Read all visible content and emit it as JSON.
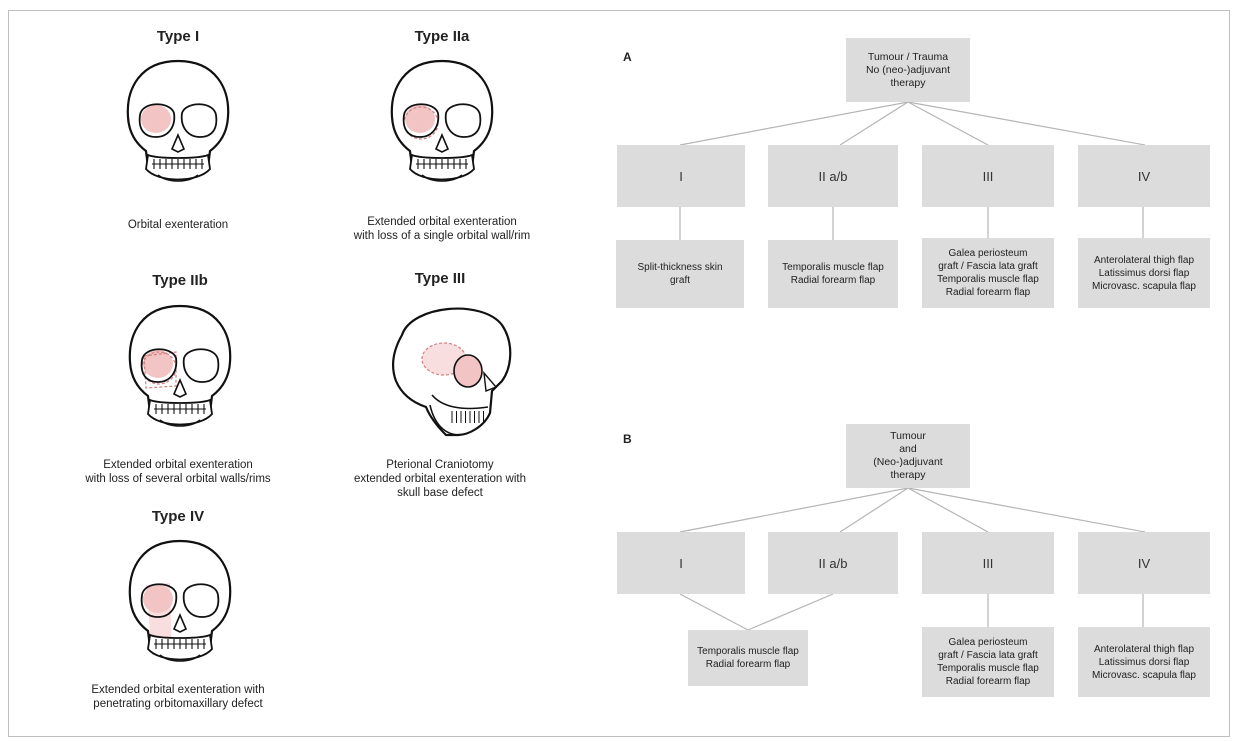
{
  "types": [
    {
      "title": "Type I",
      "caption": "Orbital exenteration"
    },
    {
      "title": "Type IIa",
      "caption": "Extended orbital exenteration\nwith loss of a single orbital wall/rim"
    },
    {
      "title": "Type IIb",
      "caption": "Extended orbital exenteration\nwith loss of several orbital walls/rims"
    },
    {
      "title": "Type III",
      "caption": "Pterional Craniotomy\nextended orbital exenteration with\nskull base defect"
    },
    {
      "title": "Type IV",
      "caption": "Extended orbital exenteration with\npenetrating orbitomaxillary defect"
    }
  ],
  "panel_a": {
    "letter": "A",
    "root": "Tumour / Trauma\nNo (neo-)adjuvant\ntherapy",
    "categories": [
      "I",
      "II a/b",
      "III",
      "IV"
    ],
    "leaves": [
      "Split-thickness skin\ngraft",
      "Temporalis muscle flap\nRadial forearm flap",
      "Galea periosteum\ngraft / Fascia lata graft\nTemporalis muscle flap\nRadial forearm flap",
      "Anterolateral thigh flap\nLatissimus dorsi flap\nMicrovasc. scapula flap"
    ]
  },
  "panel_b": {
    "letter": "B",
    "root": "Tumour\nand\n(Neo-)adjuvant\ntherapy",
    "categories": [
      "I",
      "II a/b",
      "III",
      "IV"
    ],
    "leaves": [
      "Temporalis muscle flap\nRadial forearm flap",
      "Galea periosteum\ngraft / Fascia lata graft\nTemporalis muscle flap\nRadial forearm flap",
      "Anterolateral thigh flap\nLatissimus dorsi flap\nMicrovasc. scapula flap"
    ]
  },
  "colors": {
    "box": "#dcdcdc",
    "defect": "#f2c4c4",
    "defect_light": "#f8dede",
    "line": "#b5b5b5"
  }
}
